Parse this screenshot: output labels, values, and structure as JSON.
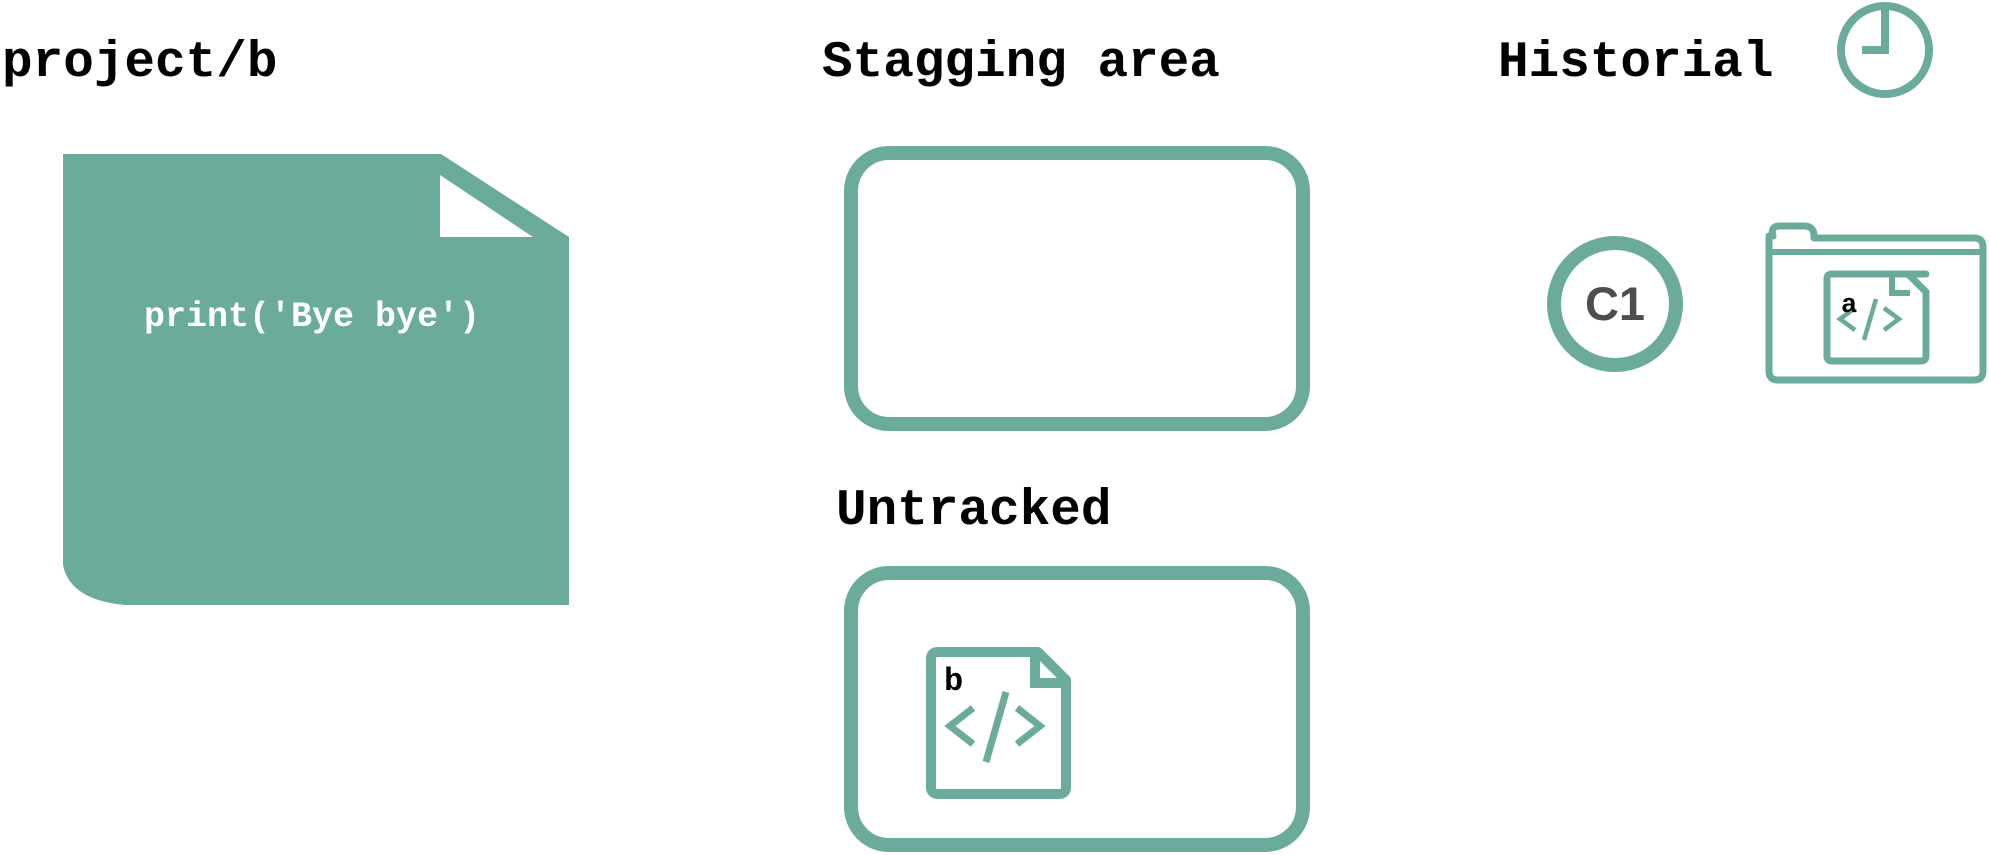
{
  "colors": {
    "accent": "#6aab9c",
    "text": "#000000",
    "commit_text": "#4d4d4d",
    "background": "#ffffff"
  },
  "working_dir": {
    "title": "project/b",
    "file_content": "print('Bye bye')"
  },
  "staging": {
    "title": "Stagging area"
  },
  "untracked": {
    "title": "Untracked",
    "file_label": "b",
    "file_icon": "code-file-icon"
  },
  "history": {
    "title": "Historial",
    "clock_icon": "clock-icon",
    "commit_label": "C1",
    "folder_icon": "folder-icon",
    "file_label": "a",
    "file_icon": "code-file-icon"
  }
}
